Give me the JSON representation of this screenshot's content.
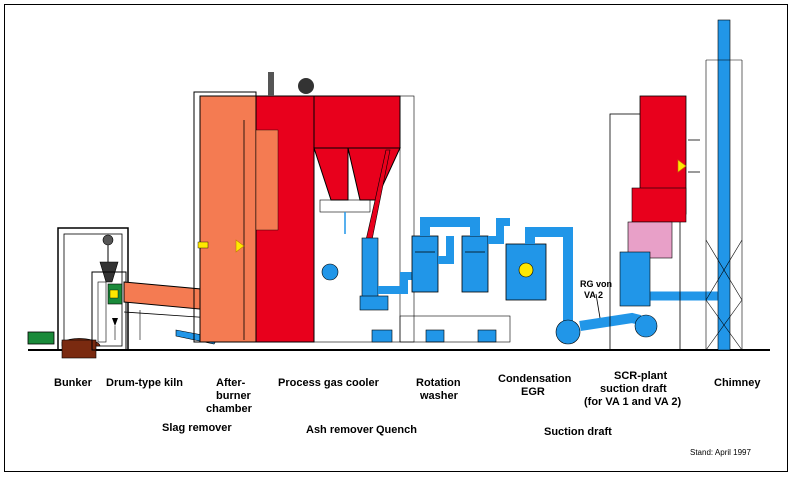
{
  "labels": {
    "bunker": "Bunker",
    "drum_kiln": "Drum-type kiln",
    "afterburner_1": "After-",
    "afterburner_2": "burner",
    "afterburner_3": "chamber",
    "slag_remover": "Slag remover",
    "process_gas_cooler": "Process gas cooler",
    "ash_remover": "Ash remover",
    "quench": "Quench",
    "rotation_1": "Rotation",
    "rotation_2": "washer",
    "condensation_1": "Condensation",
    "condensation_2": "EGR",
    "suction_draft": "Suction draft",
    "scr_1": "SCR-plant",
    "scr_2": "suction draft",
    "scr_3": "(for VA 1 and VA 2)",
    "chimney": "Chimney",
    "rg_1": "RG von",
    "rg_2": "VA 2",
    "stand": "Stand:  April 1997"
  },
  "colors": {
    "red": "#e8001c",
    "orange": "#f47b52",
    "blue": "#2196e8",
    "magenta": "#e8a0c8",
    "green": "#1a8a3a",
    "brown": "#7a2a10",
    "yellow": "#ffe800"
  }
}
